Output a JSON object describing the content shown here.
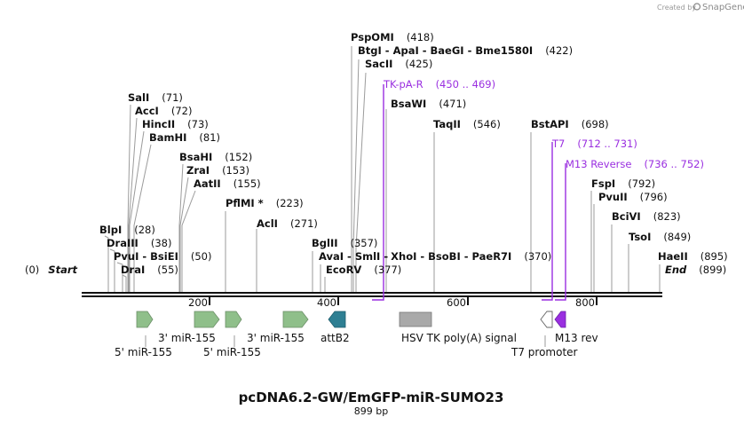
{
  "credit": {
    "text": "Created by",
    "brand": "SnapGene"
  },
  "title": "pcDNA6.2-GW/EmGFP-miR-SUMO23",
  "length": "899 bp",
  "ends": {
    "start_num": "(0)",
    "start": "Start",
    "end": "End",
    "end_num": "(899)"
  },
  "ticks": [
    "200",
    "400",
    "600",
    "800"
  ],
  "sites": {
    "s1": {
      "name": "PspOMI",
      "pos": "(418)"
    },
    "s2": {
      "names": [
        "BtgI",
        "ApaI",
        "BaeGI",
        "Bme1580I"
      ],
      "pos": "(422)"
    },
    "s3": {
      "name": "SacII",
      "pos": "(425)"
    },
    "s4": {
      "name": "BsaWI",
      "pos": "(471)"
    },
    "s5": {
      "name": "TaqII",
      "pos": "(546)"
    },
    "s6": {
      "name": "BstAPI",
      "pos": "(698)"
    },
    "s7": {
      "name": "SalI",
      "pos": "(71)"
    },
    "s8": {
      "name": "AccI",
      "pos": "(72)"
    },
    "s9": {
      "name": "HincII",
      "pos": "(73)"
    },
    "s10": {
      "name": "BamHI",
      "pos": "(81)"
    },
    "s11": {
      "name": "BsaHI",
      "pos": "(152)"
    },
    "s12": {
      "name": "ZraI",
      "pos": "(153)"
    },
    "s13": {
      "name": "AatII",
      "pos": "(155)"
    },
    "s14": {
      "name": "PflMI *",
      "pos": "(223)"
    },
    "s15": {
      "name": "AclI",
      "pos": "(271)"
    },
    "s16": {
      "name": "BlpI",
      "pos": "(28)"
    },
    "s17": {
      "name": "DraIII",
      "pos": "(38)"
    },
    "s18": {
      "names": [
        "PvuI",
        "BsiEI"
      ],
      "pos": "(50)"
    },
    "s19": {
      "name": "DraI",
      "pos": "(55)"
    },
    "s20": {
      "name": "BglII",
      "pos": "(357)"
    },
    "s21": {
      "names": [
        "AvaI",
        "SmlI",
        "XhoI",
        "BsoBI",
        "PaeR7I"
      ],
      "pos": "(370)"
    },
    "s22": {
      "name": "EcoRV",
      "pos": "(377)"
    },
    "s23": {
      "name": "FspI",
      "pos": "(792)"
    },
    "s24": {
      "name": "PvuII",
      "pos": "(796)"
    },
    "s25": {
      "name": "BciVI",
      "pos": "(823)"
    },
    "s26": {
      "name": "TsoI",
      "pos": "(849)"
    },
    "s27": {
      "name": "HaeII",
      "pos": "(895)"
    }
  },
  "primers": [
    {
      "name": "TK-pA-R",
      "range": "(450 .. 469)"
    },
    {
      "name": "T7",
      "range": "(712 .. 731)"
    },
    {
      "name": "M13 Reverse",
      "range": "(736 .. 752)"
    }
  ],
  "features": [
    {
      "label": "5' miR-155",
      "color": "#8fbf8a"
    },
    {
      "label": "3' miR-155",
      "color": "#8fbf8a"
    },
    {
      "label": "5' miR-155",
      "color": "#8fbf8a"
    },
    {
      "label": "3' miR-155",
      "color": "#8fbf8a"
    },
    {
      "label": "attB2",
      "color": "#2e7f93"
    },
    {
      "label": "HSV TK poly(A) signal",
      "color": "#a9a9a9"
    },
    {
      "label": "T7 promoter",
      "color": "#ffffff"
    },
    {
      "label": "M13 rev",
      "color": "#9a2fe0"
    }
  ]
}
